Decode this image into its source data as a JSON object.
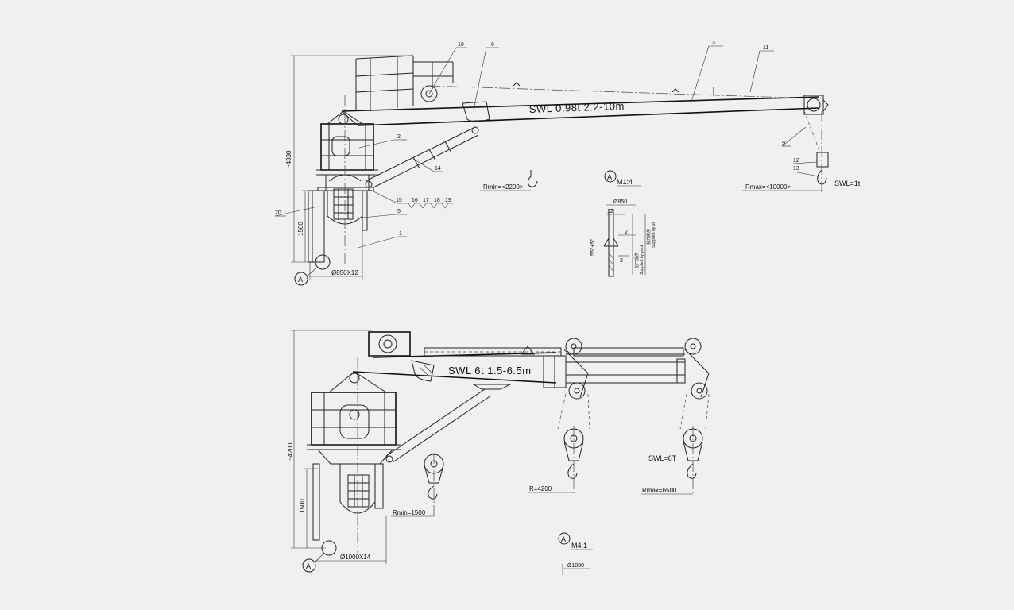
{
  "upper_crane": {
    "swl_label": "SWL 0.98t 2.2-10m",
    "dim_height": "~4330",
    "dim_pedestal": "1500",
    "dim_diameter": "Ø850X12",
    "r_min": "Rmin=<2200>",
    "r_max": "Rmax=<10000>",
    "hook_swl": "SWL=1t",
    "section_mark": "A",
    "section_scale": "M1:4",
    "detail_diameter": "Ø850",
    "detail_dim_12": "12",
    "detail_dim_2a": "2",
    "detail_dim_2b": "2",
    "detail_angle": "55°±5°",
    "note_yard_cn": "船厂提供",
    "note_yard_en": "Supplied by yard",
    "note_us_cn": "我方提供",
    "note_us_en": "Supplied by us",
    "callouts": [
      "10",
      "6",
      "3",
      "11",
      "2",
      "14",
      "9",
      "12",
      "13",
      "15",
      "16",
      "17",
      "18",
      "19",
      "5",
      "20",
      "1"
    ]
  },
  "lower_crane": {
    "swl_label": "SWL 6t 1.5-6.5m",
    "dim_height": "~4200",
    "dim_pedestal": "1500",
    "dim_diameter": "Ø1000X14",
    "r_min": "Rmin=1500",
    "r_mid": "R=4200",
    "r_max": "Rmax=6500",
    "hook_swl": "SWL=6T",
    "section_mark": "A",
    "section_scale": "M4:1",
    "detail_diameter": "Ø1000"
  }
}
